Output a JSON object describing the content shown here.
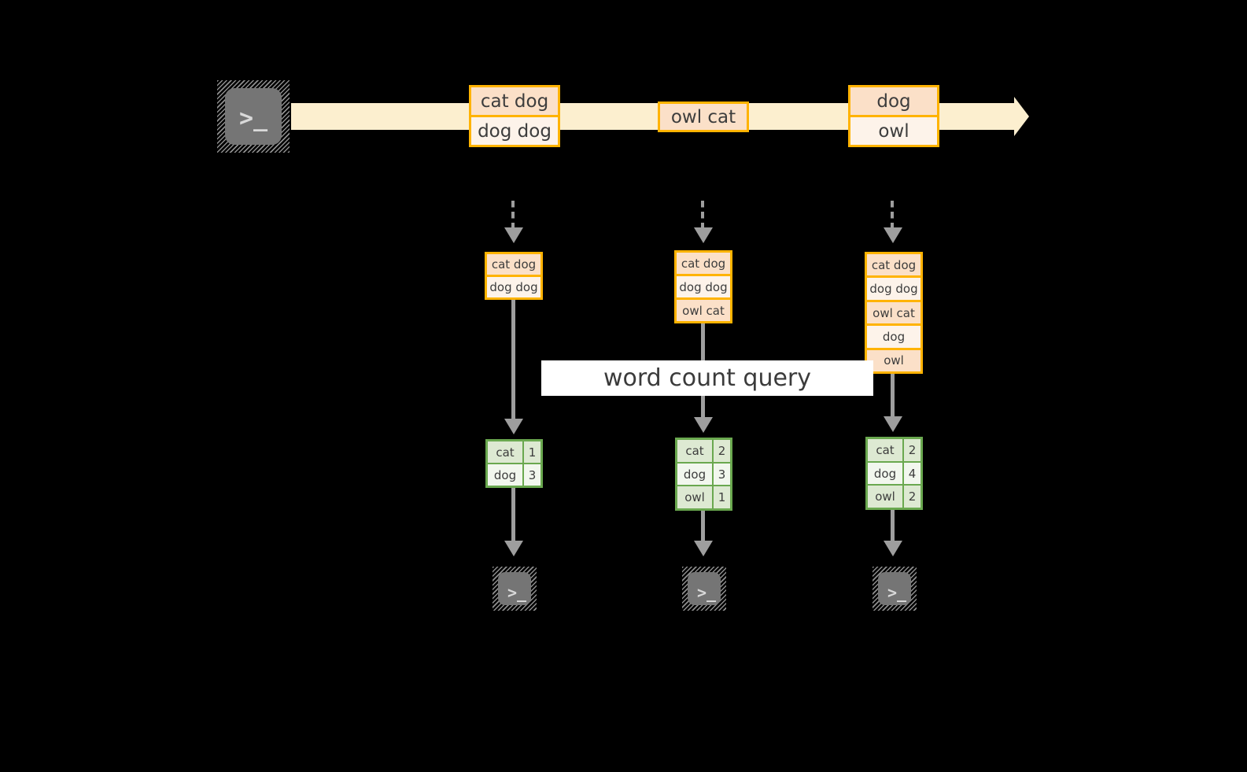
{
  "diagram": {
    "title": "word count query",
    "colors": {
      "background": "#000000",
      "stream_band": "#fcefcf",
      "event_border": "#ffb300",
      "event_fill_dark": "#fbe0c8",
      "event_fill_light": "#fdf3ea",
      "table_border": "#6aa84f",
      "table_fill_dark": "#dde9d2",
      "table_fill_light": "#f2f7ee",
      "connector": "#9e9e9e",
      "terminal_body": "#757575",
      "caption_background": "#ffffff"
    }
  },
  "source": {
    "icon": "terminal-icon",
    "glyph": ">_"
  },
  "stream": {
    "arrow_direction": "right",
    "events": [
      {
        "lines": [
          "cat dog",
          "dog dog"
        ]
      },
      {
        "lines": [
          "owl cat"
        ]
      },
      {
        "lines": [
          "dog",
          "owl"
        ]
      }
    ]
  },
  "snapshots": [
    {
      "id": "snapshot-1",
      "buffer": [
        "cat dog",
        "dog dog"
      ],
      "result": {
        "rows": [
          {
            "word": "cat",
            "count": "1"
          },
          {
            "word": "dog",
            "count": "3"
          }
        ]
      },
      "sink": {
        "icon": "terminal-icon",
        "glyph": ">_"
      }
    },
    {
      "id": "snapshot-2",
      "buffer": [
        "cat dog",
        "dog dog",
        "owl cat"
      ],
      "result": {
        "rows": [
          {
            "word": "cat",
            "count": "2"
          },
          {
            "word": "dog",
            "count": "3"
          },
          {
            "word": "owl",
            "count": "1"
          }
        ]
      },
      "sink": {
        "icon": "terminal-icon",
        "glyph": ">_"
      }
    },
    {
      "id": "snapshot-3",
      "buffer": [
        "cat dog",
        "dog dog",
        "owl cat",
        "dog",
        "owl"
      ],
      "result": {
        "rows": [
          {
            "word": "cat",
            "count": "2"
          },
          {
            "word": "dog",
            "count": "4"
          },
          {
            "word": "owl",
            "count": "2"
          }
        ]
      },
      "sink": {
        "icon": "terminal-icon",
        "glyph": ">_"
      }
    }
  ]
}
